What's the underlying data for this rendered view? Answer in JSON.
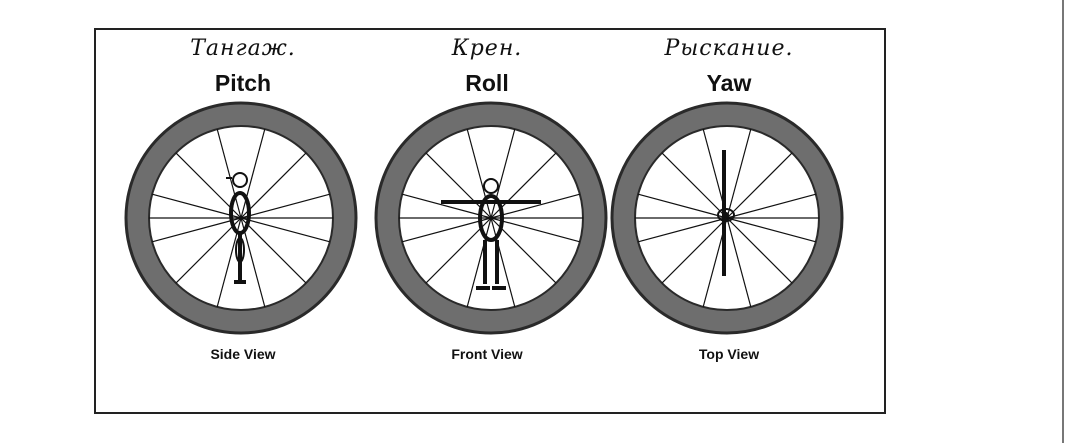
{
  "panels": [
    {
      "handwritten": "Тангаж.",
      "axis": "Pitch",
      "view": "Side View",
      "figure": "side"
    },
    {
      "handwritten": "Крен.",
      "axis": "Roll",
      "view": "Front View",
      "figure": "front"
    },
    {
      "handwritten": "Рыскание.",
      "axis": "Yaw",
      "view": "Top View",
      "figure": "top"
    }
  ],
  "colors": {
    "line": "#111111",
    "tire": "#6e6e6e",
    "tire_dark": "#2a2a2a"
  }
}
